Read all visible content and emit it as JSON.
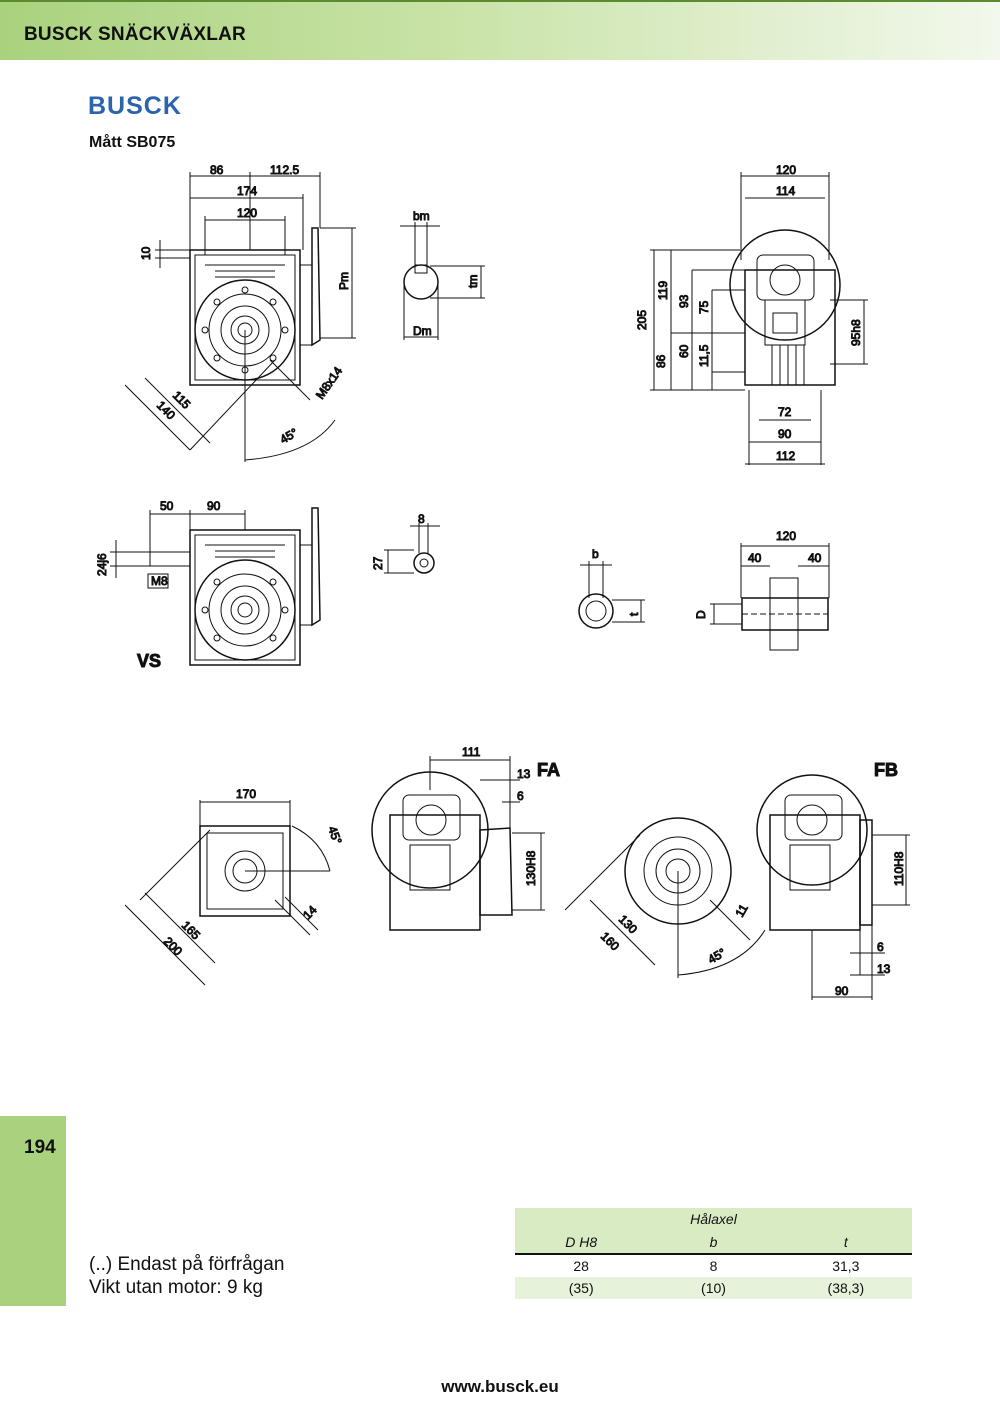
{
  "header": {
    "title": "BUSCK SNÄCKVÄXLAR"
  },
  "logo": {
    "text": "BUSCK"
  },
  "subtitle": "Mått SB075",
  "page_number": "194",
  "dims": {
    "d86": "86",
    "d112_5": "112.5",
    "d174": "174",
    "d120": "120",
    "d10": "10",
    "pm": "Pm",
    "m8x14": "M8x14",
    "d115": "115",
    "d140": "140",
    "a45": "45°",
    "bm": "bm",
    "tm": "tm",
    "dm": "Dm",
    "r120": "120",
    "r114": "114",
    "r205": "205",
    "r119": "119",
    "r93": "93",
    "r75": "75",
    "r86": "86",
    "r60": "60",
    "r11_5": "11,5",
    "r95h8": "95h8",
    "r72": "72",
    "r90": "90",
    "r112": "112",
    "v50": "50",
    "v90": "90",
    "v24j6": "24j6",
    "vm8": "M8",
    "vs": "VS",
    "k8": "8",
    "k27": "27",
    "hb": "b",
    "ht": "t",
    "hd": "D",
    "h120": "120",
    "h40a": "40",
    "h40b": "40",
    "fa111": "111",
    "fa13": "13",
    "fa6": "6",
    "fa_label": "FA",
    "fa130h8": "130H8",
    "s170": "170",
    "s45": "45°",
    "s165": "165",
    "s200": "200",
    "s14": "14",
    "fb130": "130",
    "fb160": "160",
    "fb11": "11",
    "fb45": "45°",
    "fb_label": "FB",
    "fb110h8": "110H8",
    "fb6": "6",
    "fb13": "13",
    "fb90": "90"
  },
  "notes": {
    "request": "(..) Endast på förfrågan",
    "weight_label": "Vikt utan motor: ",
    "weight_value": "9 kg"
  },
  "table": {
    "group_header": "Hålaxel",
    "columns": [
      "D H8",
      "b",
      "t"
    ],
    "rows": [
      [
        "28",
        "8",
        "31,3"
      ],
      [
        "(35)",
        "(10)",
        "(38,3)"
      ]
    ]
  },
  "footer": {
    "url": "www.busck.eu"
  },
  "colors": {
    "header_green": "#a9d27e",
    "table_green": "#d8ebc3",
    "logo_blue": "#2c63ad"
  }
}
